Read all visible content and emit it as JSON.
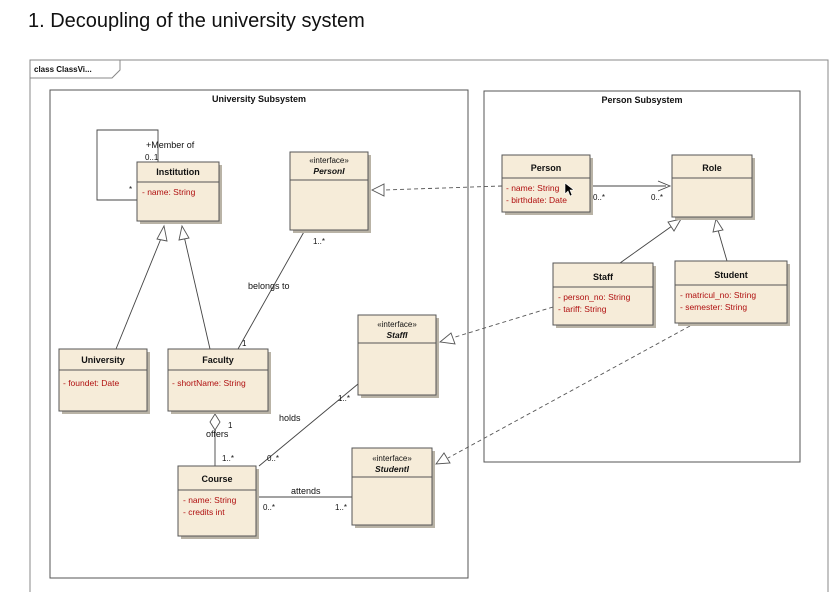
{
  "heading": "1.  Decoupling of the university system",
  "frame_label": "class ClassVi...",
  "packages": {
    "university": "University Subsystem",
    "person": "Person Subsystem"
  },
  "classes": {
    "institution": {
      "name": "Institution",
      "attrs": [
        "-   name:  String"
      ]
    },
    "university": {
      "name": "University",
      "attrs": [
        "-   foundet:  Date"
      ]
    },
    "faculty": {
      "name": "Faculty",
      "attrs": [
        "-   shortName:  String"
      ]
    },
    "course": {
      "name": "Course",
      "attrs": [
        "-   name:  String",
        "-   credits  int"
      ]
    },
    "person": {
      "name": "Person",
      "attrs": [
        "-   name:  String",
        "-   birthdate:  Date"
      ]
    },
    "role": {
      "name": "Role",
      "attrs": []
    },
    "staff": {
      "name": "Staff",
      "attrs": [
        "-   person_no:  String",
        "-   tariff:  String"
      ]
    },
    "student": {
      "name": "Student",
      "attrs": [
        "-   matricul_no:  String",
        "-   semester:  String"
      ]
    }
  },
  "interfaces": {
    "stereotype": "«interface»",
    "personI": "PersonI",
    "staffI": "StaffI",
    "studentI": "StudentI"
  },
  "labels": {
    "member_of": "+Member of",
    "member_mult": "0..1",
    "member_star": "*",
    "belongs_to": "belongs to",
    "belongs_mult_top": "1..*",
    "belongs_mult_bottom": "1",
    "holds": "holds",
    "holds_mult_staff": "1..*",
    "holds_mult_course": "0..*",
    "offers": "offers",
    "offers_mult_faculty": "1",
    "offers_mult_course": "1..*",
    "attends": "attends",
    "attends_mult_course": "0..*",
    "attends_mult_student": "1..*",
    "person_role_mult_left": "0..*",
    "person_role_mult_right": "0..*"
  }
}
